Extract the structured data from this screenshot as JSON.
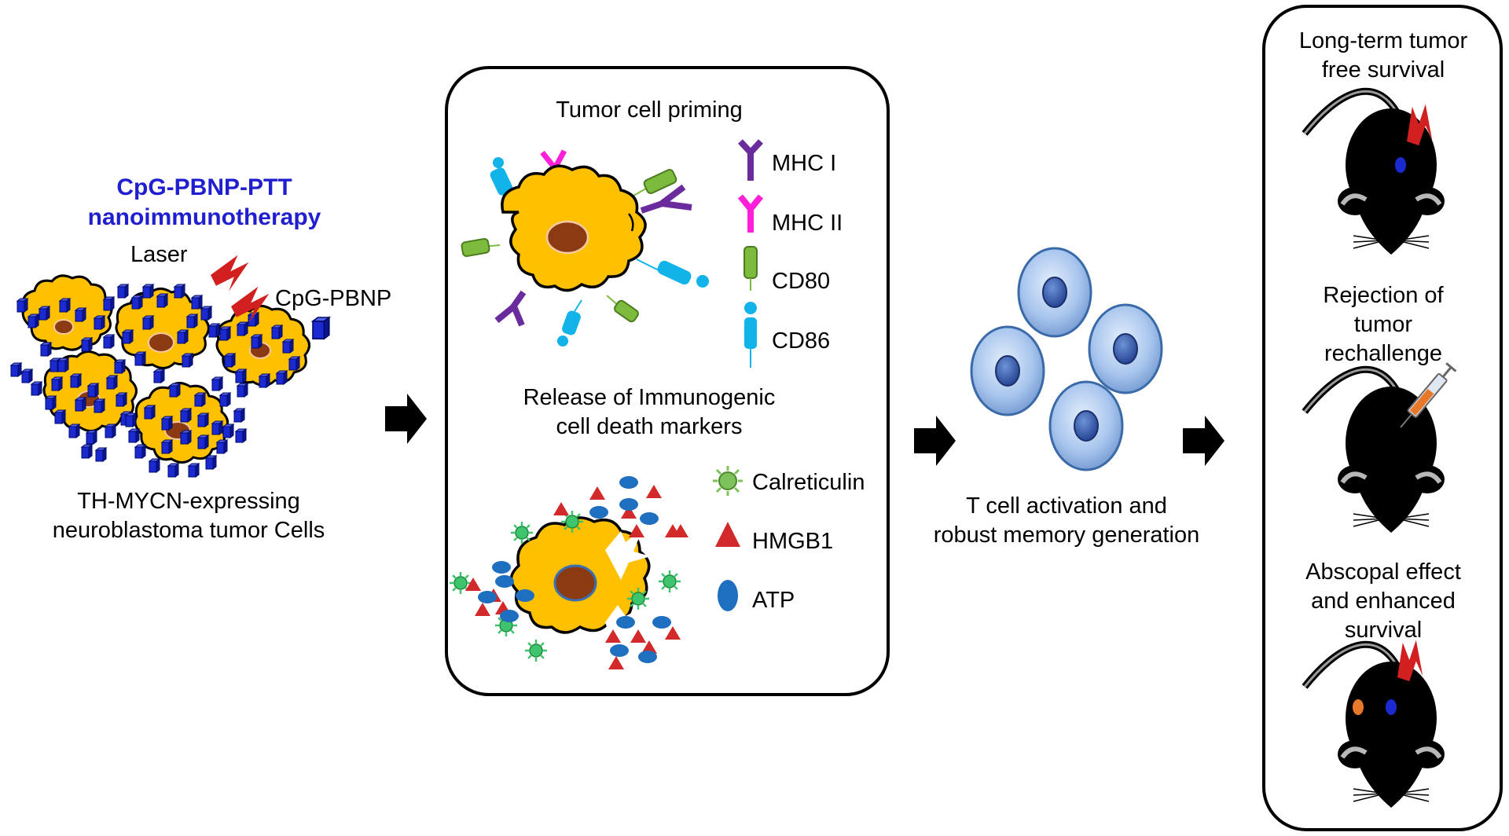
{
  "left": {
    "title_line1": "CpG-PBNP-PTT",
    "title_line2": "nanoimmunotherapy",
    "laser_label": "Laser",
    "nanoparticle_label": "CpG-PBNP",
    "caption_line1": "TH-MYCN-expressing",
    "caption_line2": "neuroblastoma tumor Cells"
  },
  "priming_panel": {
    "title": "Tumor cell priming",
    "legend": [
      {
        "label": "MHC I",
        "icon": "mhc-i-icon",
        "color": "#6a2b9c"
      },
      {
        "label": "MHC II",
        "icon": "mhc-ii-icon",
        "color": "#ff1fd8"
      },
      {
        "label": "CD80",
        "icon": "cd80-icon",
        "color": "#7dbb3f"
      },
      {
        "label": "CD86",
        "icon": "cd86-icon",
        "color": "#12b3e8"
      }
    ],
    "release_line1": "Release of Immunogenic",
    "release_line2": "cell death markers",
    "marker_legend": [
      {
        "label": "Calreticulin",
        "icon": "calreticulin-icon",
        "color": "#7dc25a"
      },
      {
        "label": "HMGB1",
        "icon": "hmgb1-icon",
        "color": "#d22a2a"
      },
      {
        "label": "ATP",
        "icon": "atp-icon",
        "color": "#1f6fc0"
      }
    ]
  },
  "tcell": {
    "caption_line1": "T cell activation and",
    "caption_line2": "robust memory generation"
  },
  "outcomes_panel": {
    "outcome1_line1": "Long-term tumor",
    "outcome1_line2": "free survival",
    "outcome2_line1": "Rejection of",
    "outcome2_line2": "tumor",
    "outcome2_line3": "rechallenge",
    "outcome3_line1": "Abscopal effect",
    "outcome3_line2": "and enhanced",
    "outcome3_line3": "survival"
  },
  "colors": {
    "tumor_cell": "#ffc000",
    "nucleus": "#8b3a12",
    "nanoparticle": "#1a2ad0",
    "laser": "#d21f1f",
    "tcell": "#8fb3e3",
    "mouse": "#000000"
  }
}
